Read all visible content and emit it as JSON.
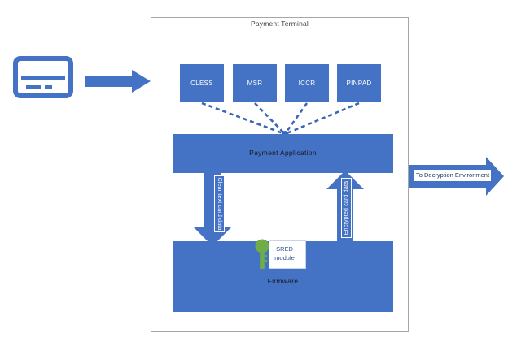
{
  "diagram": {
    "title": "Payment Terminal",
    "container": {
      "label": "Payment Terminal"
    },
    "colors": {
      "block_blue": "#4472C4",
      "key_green": "#70AD47",
      "frame_gray": "#A6A6A6",
      "text_dark": "#1A1A1A",
      "text_white": "#FFFFFF"
    },
    "devices": [
      {
        "id": "cless",
        "label": "CLESS"
      },
      {
        "id": "msr",
        "label": "MSR"
      },
      {
        "id": "iccr",
        "label": "ICCR"
      },
      {
        "id": "pinpad",
        "label": "PINPAD"
      }
    ],
    "payment_application": {
      "label": "Payment Application"
    },
    "firmware": {
      "label": "Firmware"
    },
    "sred_module": {
      "label_line1": "SRED",
      "label_line2": "module",
      "icon": "key-icon"
    },
    "flows": {
      "down_arrow_label": "Clear text card data",
      "up_arrow_label": "Encrypted card data",
      "outbound_label": "To Decryption Environment"
    },
    "card": {
      "icon": "credit-card-icon"
    },
    "inbound_arrow": {
      "icon": "right-arrow-icon"
    }
  }
}
